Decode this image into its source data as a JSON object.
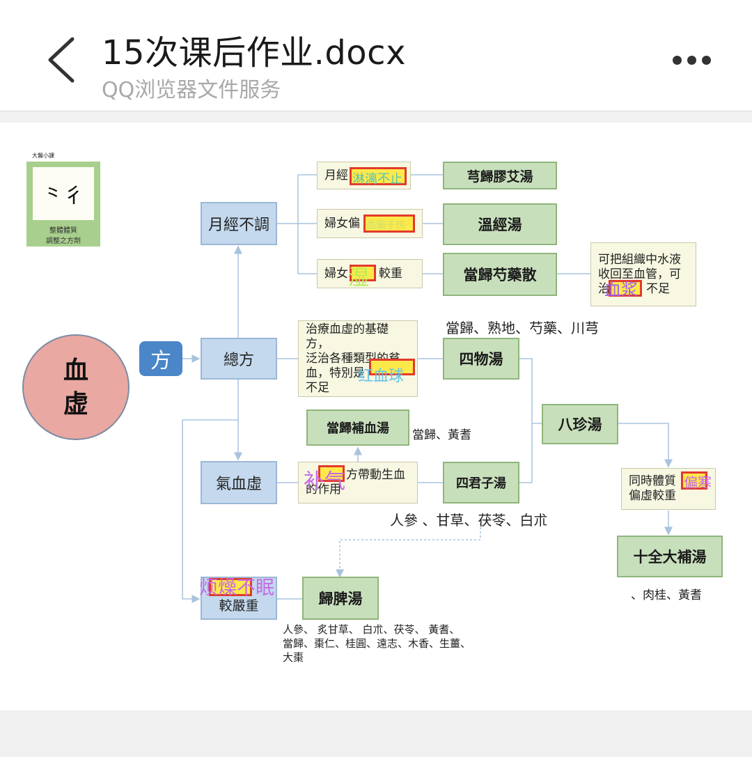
{
  "header": {
    "title": "15次课后作业.docx",
    "subtitle": "QQ浏览器文件服务"
  },
  "logo": {
    "caption_top": "大醫小課",
    "line1": "整體體質",
    "line2": "調整之方劑"
  },
  "diagram": {
    "main": "血\n虚",
    "fang": "方",
    "yuejing_butiao": "月經不調",
    "zongfang": "總方",
    "qixuexu": "氣血虛",
    "jiaoyanzhong": "較嚴重",
    "c1_a": "月經",
    "c1_hw": "淋漓不止",
    "c2_a": "婦女偏",
    "c2_hw": "血偏于热",
    "c3_a": "婦女",
    "c3_b": "較重",
    "c3_hw": "湿",
    "f1": "芎歸膠艾湯",
    "f2": "溫經湯",
    "f3": "當歸芍藥散",
    "f3_note_1": "可把組織中水液",
    "f3_note_2": "收回至血管，可",
    "f3_note_3": "治",
    "f3_note_4": "不足",
    "f3_note_hw": "血浆",
    "siwu_herbs": "當歸、熟地、芍藥、川芎",
    "base_1": "治療血虛的基礎方，",
    "base_2": "泛治各種類型的貧",
    "base_3": "血，特別是",
    "base_4": "不足",
    "base_hw": "红血球",
    "siwu": "四物湯",
    "danggui_buxue": "當歸補血湯",
    "danggui_buxue_herbs": "當歸、黃耆",
    "bazhen": "八珍湯",
    "qi_note_1": "方帶動生血",
    "qi_note_2": "的作用",
    "qi_hw": "补气",
    "sijunzi": "四君子湯",
    "sijunzi_herbs": "人參 、甘草、茯苓、白朮",
    "han_1": "同時體質",
    "han_2": "偏虛較重",
    "han_hw": "偏寒",
    "shiquan": "十全大補湯",
    "shiquan_herbs": "、肉桂、黃耆",
    "fanzao_hw": "烦燥不眠",
    "guipi": "歸脾湯",
    "guipi_herbs_1": "人參、 炙甘草、 白朮、茯苓、 黃耆、",
    "guipi_herbs_2": "當歸、棗仁、桂圓、遠志、木香、生薑、",
    "guipi_herbs_3": "大棗"
  }
}
